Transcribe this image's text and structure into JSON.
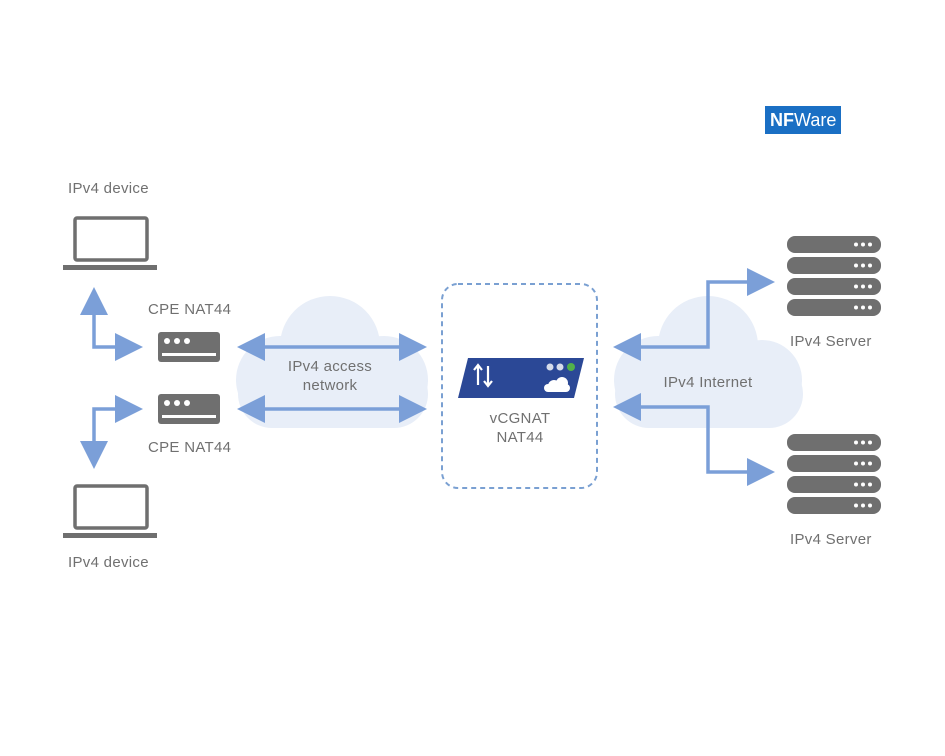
{
  "logo": {
    "brand_bold": "NF",
    "brand_rest": "Ware"
  },
  "left": {
    "device_top": "IPv4 device",
    "cpe_top": "CPE NAT44",
    "cpe_bottom": "CPE NAT44",
    "device_bottom": "IPv4 device"
  },
  "access_cloud": {
    "line1": "IPv4 access",
    "line2": "network"
  },
  "cgnat": {
    "line1": "vCGNAT",
    "line2": "NAT44"
  },
  "internet_cloud": {
    "label": "IPv4 Internet"
  },
  "right": {
    "server_top": "IPv4 Server",
    "server_bottom": "IPv4 Server"
  },
  "colors": {
    "arrow": "#7b9fd8",
    "cloud": "#e8eef8",
    "device_gray": "#6f6f6f",
    "cgnat_box": "#2b4896",
    "dashed_border": "#7aa0d2",
    "logo_bg": "#1a6fc4"
  }
}
